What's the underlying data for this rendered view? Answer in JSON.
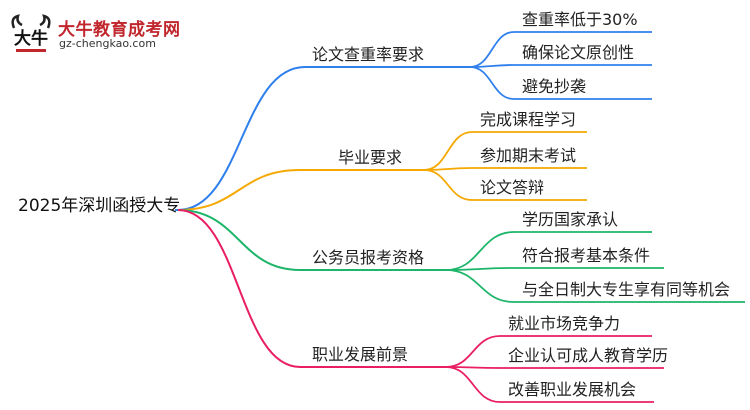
{
  "logo": {
    "text": "大牛教育成考网",
    "url": "gz-chengkao.com",
    "mark_text": "大牛"
  },
  "mindmap": {
    "root": "2025年深圳函授大专",
    "branches": [
      {
        "label": "论文查重率要求",
        "color": "#2f80ed",
        "children": [
          "查重率低于30%",
          "确保论文原创性",
          "避免抄袭"
        ]
      },
      {
        "label": "毕业要求",
        "color": "#f5a800",
        "children": [
          "完成课程学习",
          "参加期末考试",
          "论文答辩"
        ]
      },
      {
        "label": "公务员报考资格",
        "color": "#1db56a",
        "children": [
          "学历国家承认",
          "符合报考基本条件",
          "与全日制大专生享有同等机会"
        ]
      },
      {
        "label": "职业发展前景",
        "color": "#e91e63",
        "children": [
          "就业市场竞争力",
          "企业认可成人教育学历",
          "改善职业发展机会"
        ]
      }
    ]
  }
}
